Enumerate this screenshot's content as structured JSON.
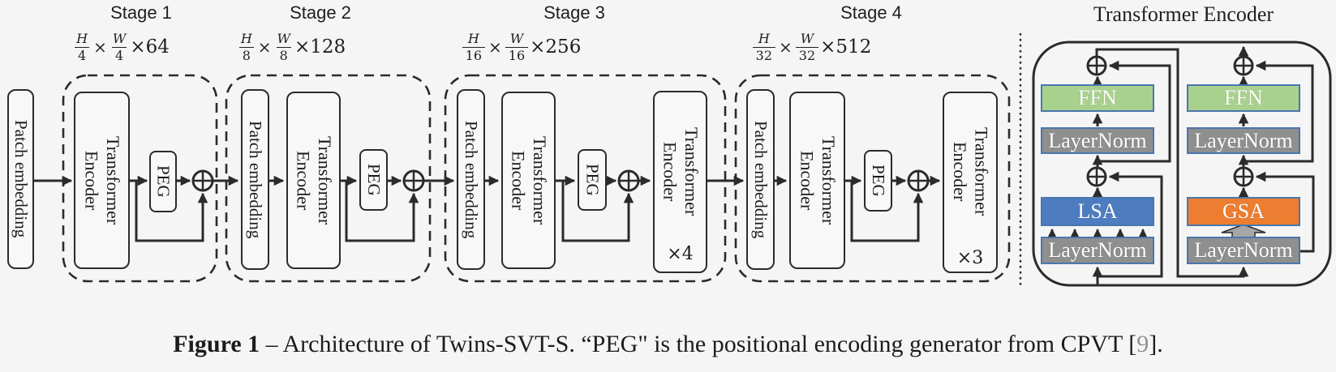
{
  "colors": {
    "background": "#f5f5f6",
    "line_dark": "#2b2b2b",
    "ffn_green": "#a9d18e",
    "layernorm_gray": "#8f8f8f",
    "lsa_blue": "#4d7cc1",
    "gsa_orange": "#ed7d31",
    "panel_box_border_blue": "#4a77ad",
    "citation_gray": "#909090"
  },
  "labels": {
    "patch_embedding": "Patch embedding",
    "transformer_encoder": "Transformer\nEncoder",
    "peg": "PEG"
  },
  "stages": [
    {
      "title": "Stage 1",
      "dim": {
        "num1": "H",
        "den1": "4",
        "times": "×",
        "num2": "W",
        "den2": "4",
        "channels": "×64"
      }
    },
    {
      "title": "Stage 2",
      "dim": {
        "num1": "H",
        "den1": "8",
        "times": "×",
        "num2": "W",
        "den2": "8",
        "channels": "×128"
      }
    },
    {
      "title": "Stage 3",
      "dim": {
        "num1": "H",
        "den1": "16",
        "times": "×",
        "num2": "W",
        "den2": "16",
        "channels": "×256"
      },
      "multiplier": "×4"
    },
    {
      "title": "Stage 4",
      "dim": {
        "num1": "H",
        "den1": "32",
        "times": "×",
        "num2": "W",
        "den2": "32",
        "channels": "×512"
      },
      "multiplier": "×3"
    }
  ],
  "panel": {
    "title": "Transformer Encoder",
    "left": {
      "ffn": "FFN",
      "layernorm_top": "LayerNorm",
      "attention": "LSA",
      "layernorm_bottom": "LayerNorm"
    },
    "right": {
      "ffn": "FFN",
      "layernorm_top": "LayerNorm",
      "attention": "GSA",
      "layernorm_bottom": "LayerNorm"
    }
  },
  "caption": {
    "bold": "Figure 1",
    "text": " – Architecture of Twins-SVT-S. “PEG\" is the positional encoding generator from CPVT [",
    "ref": "9",
    "end": "]."
  }
}
